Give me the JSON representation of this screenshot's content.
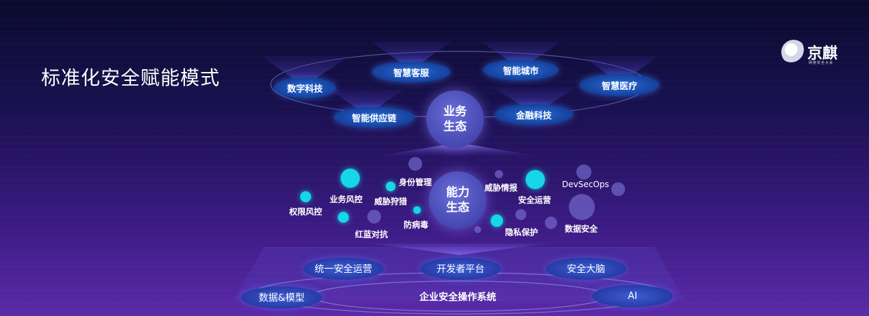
{
  "title": "标准化安全赋能模式",
  "logo": {
    "name": "京麒",
    "sub": "网络安全大会"
  },
  "business": {
    "hub": "业务\n生态",
    "items": [
      "数字科技",
      "智慧客服",
      "智能城市",
      "智慧医疗",
      "智能供应链",
      "金融科技"
    ]
  },
  "capability": {
    "hub": "能力\n生态",
    "items": [
      "身份管理",
      "业务风控",
      "威胁狩猎",
      "权限风控",
      "红蓝对抗",
      "防病毒",
      "威胁情报",
      "安全运营",
      "DevSecOps",
      "隐私保护",
      "数据安全"
    ]
  },
  "platform": {
    "items": [
      "统一安全运营",
      "开发者平台",
      "安全大脑",
      "数据&模型",
      "AI"
    ],
    "core": "企业安全操作系统"
  },
  "colors": {
    "accent_cyan": "#16d6e8",
    "pill_blue": "#1849a8",
    "hub_violet": "#4b4cb6"
  }
}
